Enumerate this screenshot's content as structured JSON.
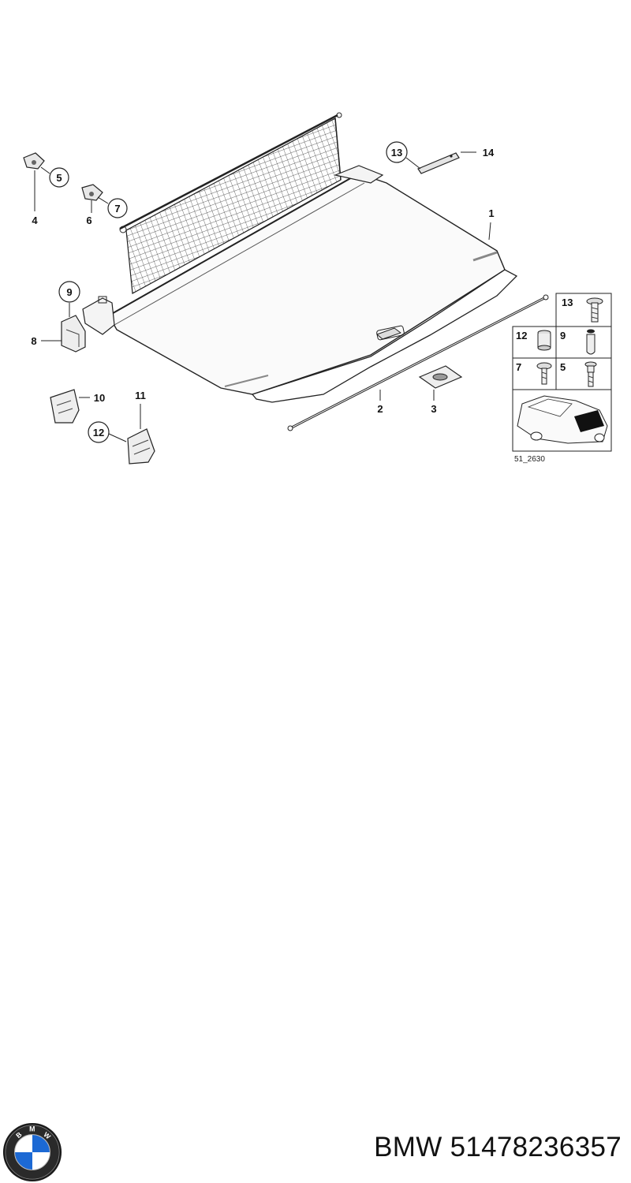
{
  "callouts": {
    "c1": "1",
    "c2": "2",
    "c3": "3",
    "c4": "4",
    "c5": "5",
    "c6": "6",
    "c7": "7",
    "c8": "8",
    "c9": "9",
    "c10": "10",
    "c11": "11",
    "c12": "12",
    "c13": "13",
    "c14": "14"
  },
  "fastener_legend": {
    "items": [
      "13",
      "12",
      "9",
      "7",
      "5"
    ]
  },
  "reference_code": "51_2630",
  "brand": {
    "logo_letters": "BMW",
    "logo_colors": {
      "blue": "#1c69d4",
      "white": "#ffffff",
      "ring": "#1a1a1a"
    }
  },
  "part_info": {
    "make": "BMW",
    "part_number": "51478236357"
  }
}
